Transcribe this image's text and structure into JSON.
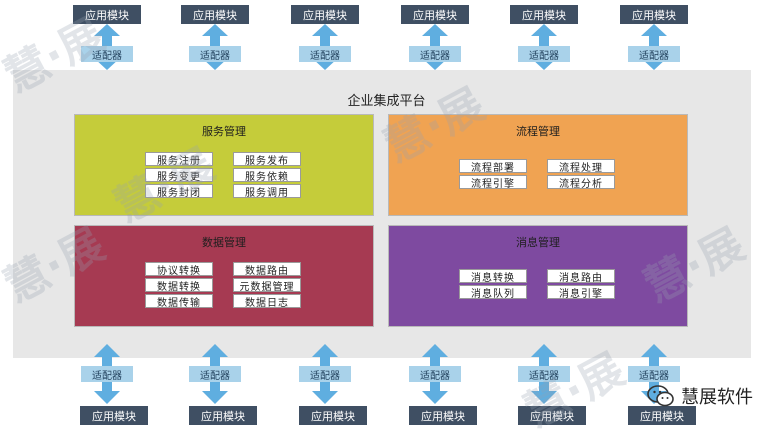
{
  "platform": {
    "title": "企业集成平台"
  },
  "app_module_label": "应用模块",
  "adapter_label": "适配器",
  "modules": {
    "service": {
      "title": "服务管理",
      "color": "#c5cc3a",
      "items": [
        "服务注册",
        "服务发布",
        "服务变更",
        "服务依赖",
        "服务封闭",
        "服务调用"
      ]
    },
    "process": {
      "title": "流程管理",
      "color": "#f0a352",
      "items": [
        "流程部署",
        "流程处理",
        "流程引擎",
        "流程分析"
      ]
    },
    "data": {
      "title": "数据管理",
      "color": "#a63a52",
      "items": [
        "协议转换",
        "数据路由",
        "数据转换",
        "元数据管理",
        "数据传输",
        "数据日志"
      ]
    },
    "message": {
      "title": "消息管理",
      "color": "#7e4aa0",
      "items": [
        "消息转换",
        "消息路由",
        "消息队列",
        "消息引擎"
      ]
    }
  },
  "brand": {
    "name": "慧展软件"
  },
  "colors": {
    "app_box": "#3f4f63",
    "adapter_box": "#a9d2ea",
    "arrow": "#5faee0",
    "platform_bg": "#e7e7e7"
  }
}
